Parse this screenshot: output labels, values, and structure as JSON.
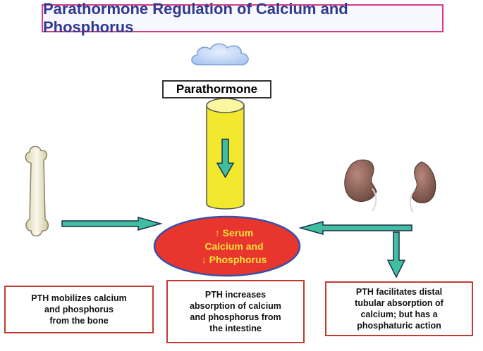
{
  "title": "Parathormone Regulation of Calcium and Phosphorus",
  "hormone_label": "Parathormone",
  "center": {
    "line1": "↑ Serum",
    "line2": "Calcium and",
    "line3": "↓ Phosphorus"
  },
  "effects": {
    "bone": [
      "PTH mobilizes calcium",
      "and phosphorus",
      "from the bone"
    ],
    "intestine": [
      "PTH  increases",
      "absorption of calcium",
      "and phosphorus from",
      "the intestine"
    ],
    "kidney": [
      "PTH facilitates distal",
      "tubular absorption of",
      "calcium; but has a",
      "phosphaturic action"
    ]
  },
  "icons": {
    "cloud": "cloud-icon",
    "bone": "bone-icon",
    "kidney": "kidney-icon",
    "cylinder": "cylinder-icon"
  },
  "colors": {
    "title_border": "#d63a86",
    "title_text": "#2f3a8f",
    "ellipse_fill": "#e8352d",
    "ellipse_border": "#3b4fa8",
    "center_text": "#f6e23a",
    "arrow_fill": "#3fbf9f",
    "arrow_stroke": "#1f2f4f",
    "cylinder_fill": "#f2e92e",
    "info_border": "#c23b32"
  }
}
